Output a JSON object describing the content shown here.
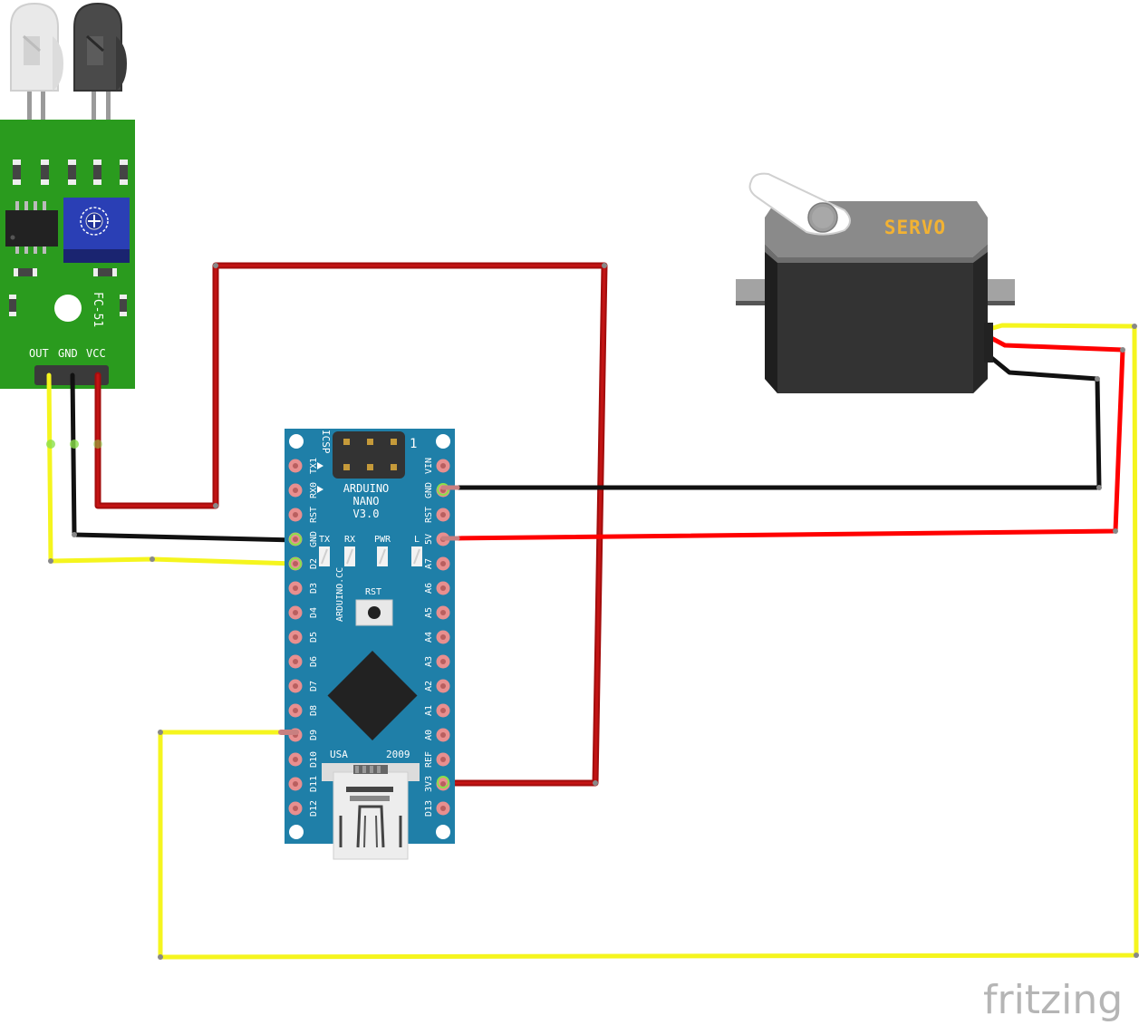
{
  "ir_sensor": {
    "model": "FC-51",
    "pin_labels": [
      "OUT",
      "GND",
      "VCC"
    ]
  },
  "arduino": {
    "title_line1": "ARDUINO",
    "title_line2": "NANO",
    "title_line3": "V3.0",
    "icsp": "ICSP",
    "pin1": "1",
    "site": "ARDUINO.CC",
    "usa": "USA",
    "year": "2009",
    "rst_button": "RST",
    "leds": [
      "TX",
      "RX",
      "PWR",
      "L"
    ],
    "left_pins": [
      "TX1",
      "RX0",
      "RST",
      "GND",
      "D2",
      "D3",
      "D4",
      "D5",
      "D6",
      "D7",
      "D8",
      "D9",
      "D10",
      "D11",
      "D12"
    ],
    "right_pins": [
      "VIN",
      "GND",
      "RST",
      "5V",
      "A7",
      "A6",
      "A5",
      "A4",
      "A3",
      "A2",
      "A1",
      "A0",
      "REF",
      "3V3",
      "D13"
    ]
  },
  "servo": {
    "label": "SERVO"
  },
  "wire_colors": {
    "red": "#cc1111",
    "dark_red": "#a30d0d",
    "black": "#111111",
    "yellow": "#f5f51e",
    "servo_red": "#ff0000"
  },
  "board_colors": {
    "sensor_pcb": "#2a9b1e",
    "nano_pcb": "#1f7fa8",
    "servo_body": "#333333"
  },
  "brand": "fritzing"
}
